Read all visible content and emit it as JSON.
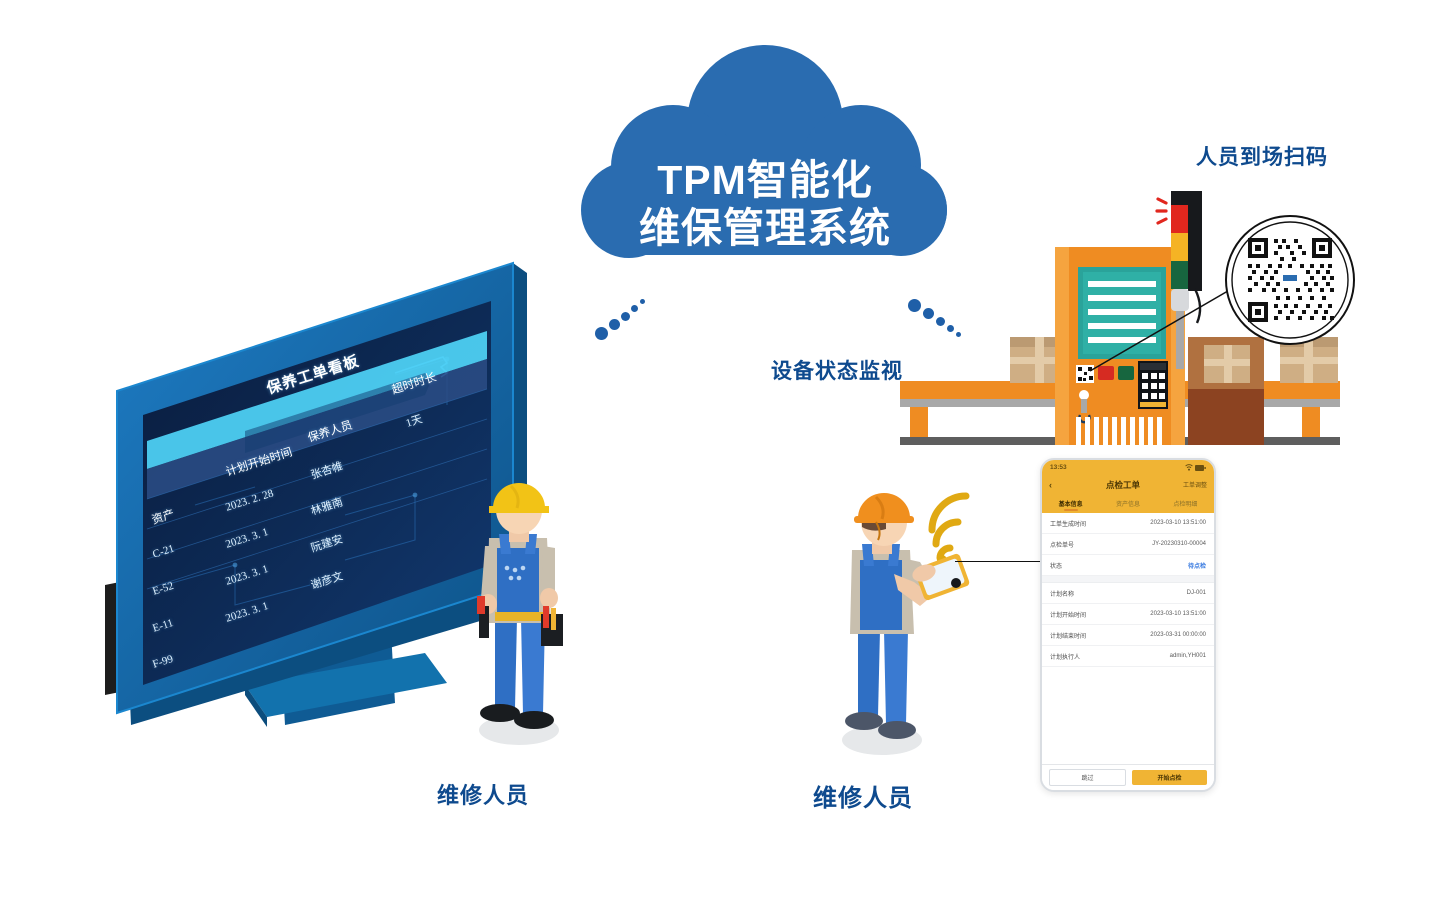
{
  "title": {
    "line1": "TPM智能化",
    "line2": "维保管理系统"
  },
  "labels": {
    "worker_left": "维修人员",
    "worker_right": "维修人员",
    "scan_on_site": "人员到场扫码",
    "equipment_status": "设备状态监视"
  },
  "dashboard": {
    "title": "保养工单看板",
    "columns": [
      "资产",
      "计划开始时间",
      "保养人员",
      "超时时长"
    ],
    "overtime_value": "1天",
    "assets": [
      "C-21",
      "E-52",
      "E-11",
      "F-99"
    ],
    "dates": [
      "2023. 2. 28",
      "2023. 3. 1",
      "2023. 3. 1",
      "2023. 3. 1"
    ],
    "personnel": [
      "张杏帷",
      "林雅南",
      "阮建安",
      "谢彦文"
    ]
  },
  "phone": {
    "status_time": "13:53",
    "status_icons": "wifi-battery",
    "back_icon": "chevron-left-icon",
    "nav_title": "点检工单",
    "nav_action": "工单调整",
    "tabs": [
      {
        "label": "基本信息",
        "active": true
      },
      {
        "label": "资产信息",
        "active": false
      },
      {
        "label": "点检明细",
        "active": false
      }
    ],
    "rows_group1": [
      {
        "key": "工单生成时间",
        "value": "2023-03-10 13:51:00",
        "highlight": false
      },
      {
        "key": "点检单号",
        "value": "JY-20230310-00004",
        "highlight": false
      },
      {
        "key": "状态",
        "value": "待点检",
        "highlight": true
      }
    ],
    "rows_group2": [
      {
        "key": "计划名称",
        "value": "DJ-001",
        "highlight": false
      },
      {
        "key": "计划开始时间",
        "value": "2023-03-10 13:51:00",
        "highlight": false
      },
      {
        "key": "计划结束时间",
        "value": "2023-03-31 00:00:00",
        "highlight": false
      },
      {
        "key": "计划执行人",
        "value": "admin,YH001",
        "highlight": false
      }
    ],
    "buttons": {
      "skip": "跳过",
      "start": "开始点检"
    }
  },
  "machine": {
    "tower_lights": [
      "#e1271e",
      "#f5b324",
      "#17663f"
    ],
    "alert_icon": "alert-flash-icon",
    "qr_tag_icon": "qr-code-icon",
    "red_button_icon": "red-button-icon",
    "green_button_icon": "green-button-icon",
    "keypad_icon": "keypad-icon"
  },
  "colors": {
    "brand_blue": "#2a6cb0",
    "label_blue": "#0e4a8e",
    "accent_orange": "#f0b434",
    "machine_orange": "#ef8c22",
    "screen_teal": "#2aa39a",
    "monitor_blue": "#1a6fb5"
  }
}
